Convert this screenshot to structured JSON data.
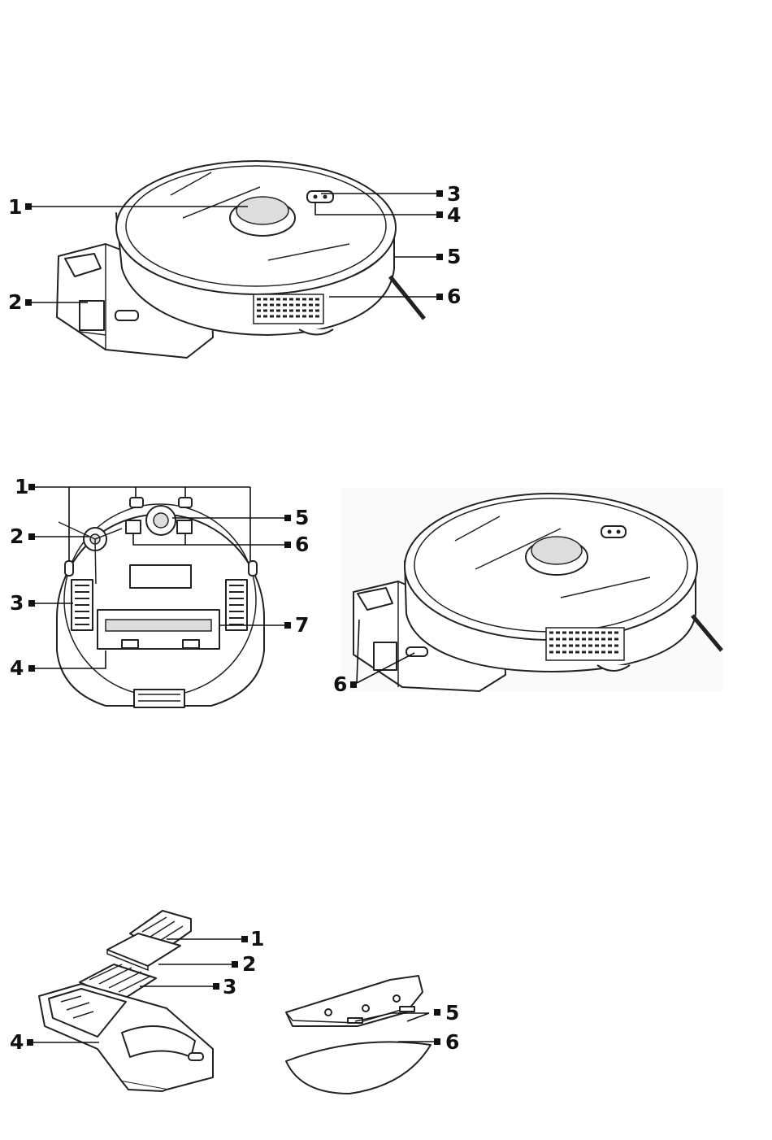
{
  "figure1": {
    "labels": [
      "1",
      "2",
      "3",
      "4",
      "5",
      "6"
    ]
  },
  "figure2": {
    "labels": [
      "1",
      "2",
      "3",
      "4",
      "5",
      "6",
      "7"
    ]
  },
  "figure3": {
    "labels": [
      "6"
    ]
  },
  "figure4": {
    "labels": [
      "1",
      "2",
      "3",
      "4"
    ]
  },
  "figure5": {
    "labels": [
      "5",
      "6"
    ]
  }
}
